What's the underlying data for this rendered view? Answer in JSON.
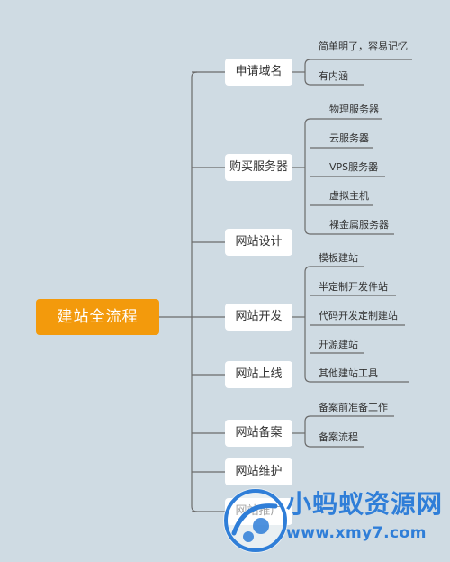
{
  "root": "建站全流程",
  "branches": [
    {
      "label": "申请域名",
      "leaves": [
        "简单明了，容易记忆",
        "有内涵"
      ]
    },
    {
      "label": "购买服务器",
      "leaves": [
        "物理服务器",
        "云服务器",
        "VPS服务器",
        "虚拟主机",
        "裸金属服务器"
      ]
    },
    {
      "label": "网站设计",
      "leaves": []
    },
    {
      "label": "网站开发",
      "leaves": [
        "模板建站",
        "半定制开发件站",
        "代码开发定制建站",
        "开源建站",
        "其他建站工具"
      ]
    },
    {
      "label": "网站上线",
      "leaves": []
    },
    {
      "label": "网站备案",
      "leaves": [
        "备案前准备工作",
        "备案流程"
      ]
    },
    {
      "label": "网站维护",
      "leaves": []
    },
    {
      "label": "网站推广",
      "leaves": []
    }
  ],
  "watermark": {
    "title": "小蚂蚁资源网",
    "url": "www.xmy7.com",
    "color": "#2f7ed8"
  },
  "colors": {
    "background": "#cfdbe3",
    "root": "#f39a0c",
    "connector": "#6b6b6b"
  }
}
